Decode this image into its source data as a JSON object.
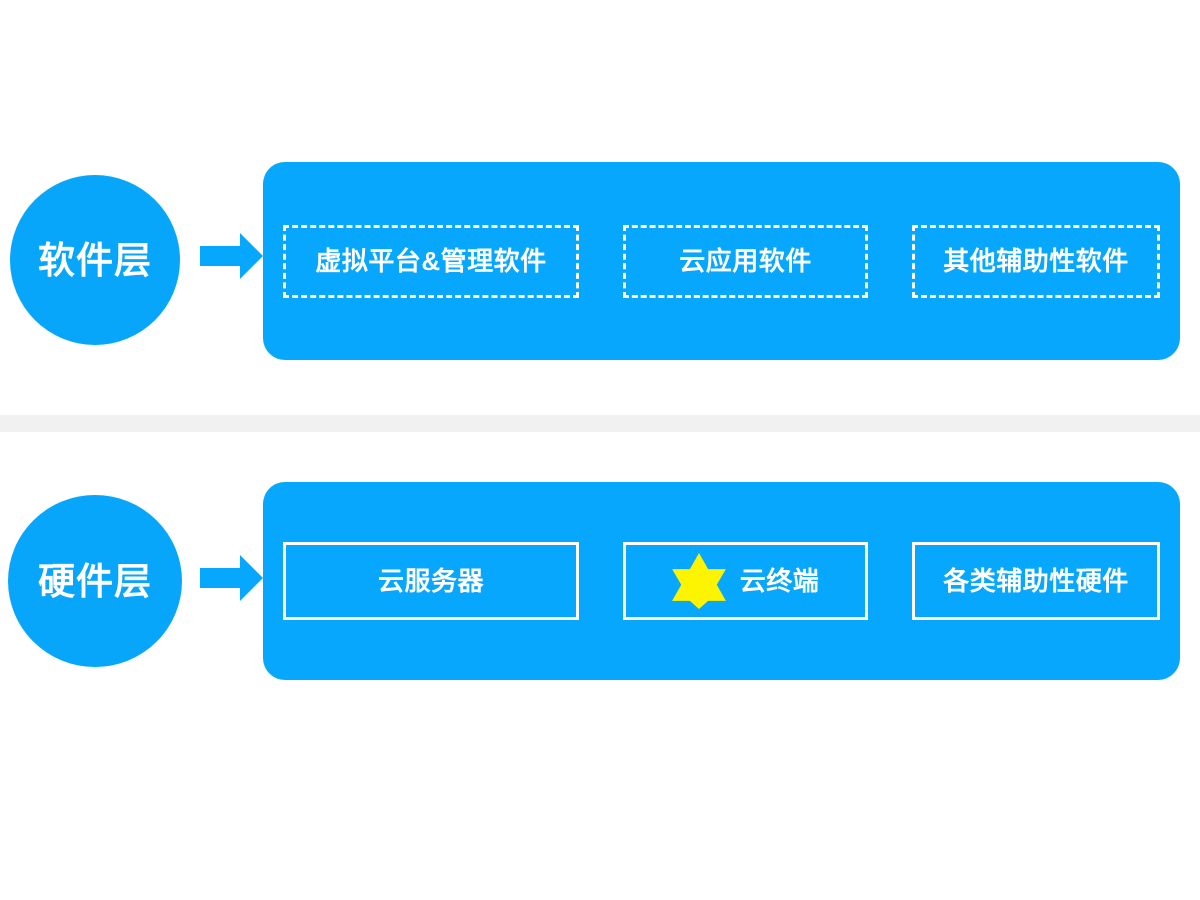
{
  "colors": {
    "panel_blue": "#06a7fc",
    "circle_blue": "#07a6fb",
    "arrow_blue": "#06a7fc",
    "box_border": "#ffffff",
    "text": "#ffffff",
    "star_yellow": "#fcf400",
    "divider_gray": "#f1f1f1",
    "background": "#ffffff"
  },
  "layers": [
    {
      "id": "software",
      "circle_label": "软件层",
      "arrow_icon": "right-arrow-icon",
      "box_style": "dashed",
      "items": [
        {
          "label": "虚拟平台&管理软件",
          "icon": null
        },
        {
          "label": "云应用软件",
          "icon": null
        },
        {
          "label": "其他辅助性软件",
          "icon": null
        }
      ]
    },
    {
      "id": "hardware",
      "circle_label": "硬件层",
      "arrow_icon": "right-arrow-icon",
      "box_style": "solid",
      "items": [
        {
          "label": "云服务器",
          "icon": null
        },
        {
          "label": "云终端",
          "icon": "six-pointed-star-icon"
        },
        {
          "label": "各类辅助性硬件",
          "icon": null
        }
      ]
    }
  ]
}
